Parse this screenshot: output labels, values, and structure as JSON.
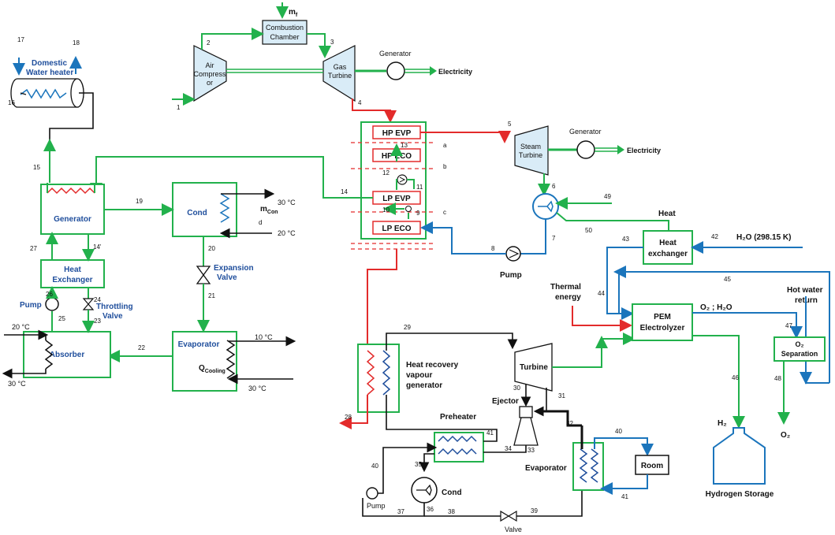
{
  "labels": {
    "mf": "m",
    "mf_sub": "f",
    "combustion": "Combustion",
    "chamber": "Chamber",
    "air1": "Air",
    "air2": "Compress",
    "air3": "or",
    "gas1": "Gas",
    "gas2": "Turbine",
    "generator_top": "Generator",
    "electricity_top": "Electricity",
    "domestic1": "Domestic",
    "domestic2": "Water heater",
    "hp_evp": "HP EVP",
    "hp_eco": "HP ECO",
    "lp_evp": "LP EVP",
    "lp_eco": "LP ECO",
    "steam1": "Steam",
    "steam2": "Turbine",
    "generator_steam": "Generator",
    "electricity_steam": "Electricity",
    "generator_box": "Generator",
    "cond_box": "Cond",
    "mcon": "m",
    "mcon_sub": "Con",
    "heat_ex1": "Heat",
    "heat_ex2": "Exchanger",
    "pump_left": "Pump",
    "throttling1": "Throttling",
    "throttling2": "Valve",
    "expansion1": "Expansion",
    "expansion2": "Valve",
    "absorber": "Absorber",
    "evaporator_box": "Evaporator",
    "qcooling": "Q",
    "qcooling_sub": "Cooling",
    "pump_mid": "Pump",
    "heat": "Heat",
    "heat_exchanger1": "Heat",
    "heat_exchanger2": "exchanger",
    "h2o": "H₂O (298.15 K)",
    "thermal1": "Thermal",
    "thermal2": "energy",
    "pem1": "PEM",
    "pem2": "Electrolyzer",
    "o2h2o": "O₂ ; H₂O",
    "hotwater1": "Hot water",
    "hotwater2": "return",
    "o2sep1": "O₂",
    "o2sep2": "Separation",
    "h2": "H₂",
    "o2": "O₂",
    "hydrogen_storage": "Hydrogen Storage",
    "hrvg1": "Heat recovery",
    "hrvg2": "vapour",
    "hrvg3": "generator",
    "turbine_orc": "Turbine",
    "ejector": "Ejector",
    "preheater": "Preheater",
    "cond_orc": "Cond",
    "evaporator_orc": "Evaporator",
    "room": "Room",
    "pump_orc": "Pump",
    "valve": "Valve",
    "t30c_a": "30 °C",
    "t20c_a": "20 °C",
    "t20c_b": "20 °C",
    "t30c_b": "30 °C",
    "t10c": "10 °C",
    "t30c_c": "30 °C"
  },
  "state_points": {
    "s1": "1",
    "s2": "2",
    "s3": "3",
    "s4": "4",
    "s5": "5",
    "s6": "6",
    "s7": "7",
    "s8": "8",
    "s9": "9",
    "s10": "10",
    "s11": "11",
    "s12": "12",
    "s13": "13",
    "s14": "14",
    "s14p": "14'",
    "s15": "15",
    "s16": "16",
    "s17": "17",
    "s18": "18",
    "s19": "19",
    "s20": "20",
    "s21": "21",
    "s22": "22",
    "s23": "23",
    "s24": "24",
    "s25": "25",
    "s26": "26",
    "s27": "27",
    "s28": "28",
    "s29": "29",
    "s30": "30",
    "s31": "31",
    "s32": "32",
    "s33": "33",
    "s34": "34",
    "s35": "35",
    "s36": "36",
    "s37": "37",
    "s38": "38",
    "s39": "39",
    "s40": "40",
    "s40b": "40",
    "s41": "41",
    "s41b": "41",
    "s42": "42",
    "s43": "43",
    "s44": "44",
    "s45": "45",
    "s46": "46",
    "s47": "47",
    "s48": "48",
    "s49": "49",
    "s50": "50",
    "sa": "a",
    "sb": "b",
    "sc": "c",
    "sd": "d"
  },
  "colors": {
    "gas_stream": "#e32b2b",
    "green_stream": "#22b14c",
    "water_stream": "#1b75bc",
    "orc_stream": "#111111",
    "box_fill": "#d9ecf7"
  }
}
